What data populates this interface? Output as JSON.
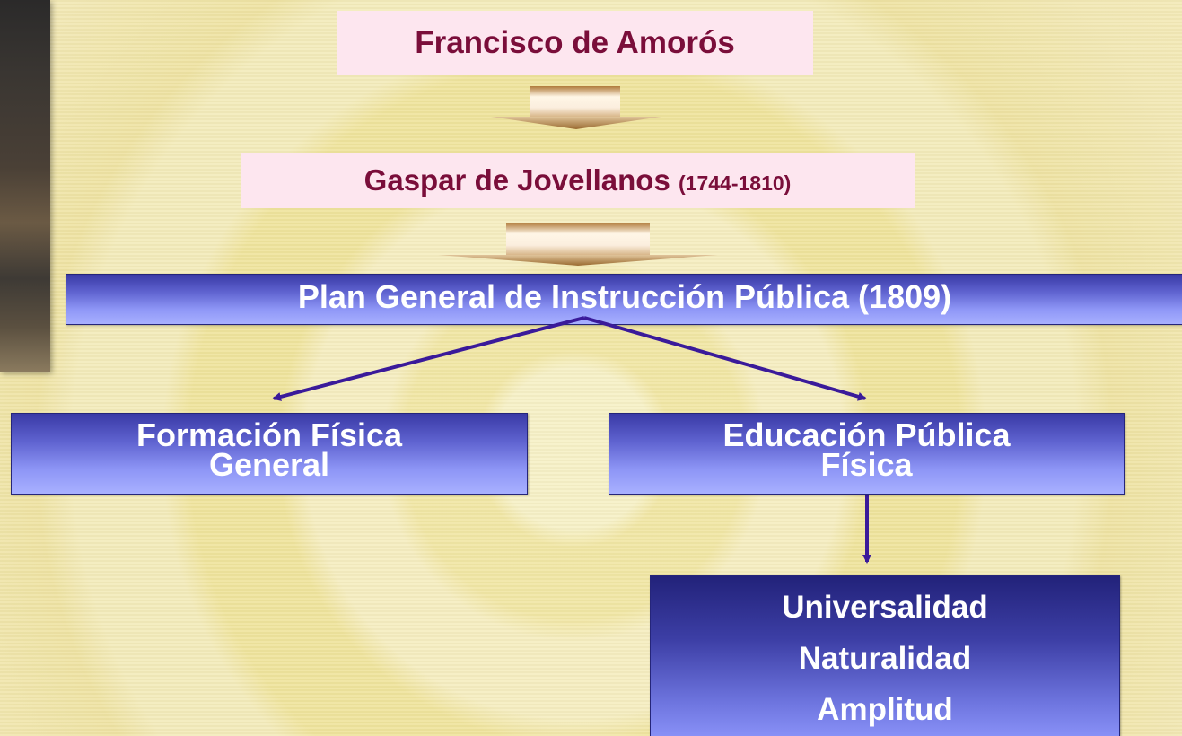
{
  "title": "Francisco de Amorós",
  "subtitle": {
    "name": "Gaspar de Jovellanos",
    "years": "(1744-1810)"
  },
  "plan": "Plan General de Instrucción Pública (1809)",
  "branches": {
    "left": {
      "line1": "Formación Física",
      "line2": "General"
    },
    "right": {
      "line1": "Educación Pública",
      "line2": "Física"
    }
  },
  "principles": [
    "Universalidad",
    "Naturalidad",
    "Amplitud"
  ]
}
